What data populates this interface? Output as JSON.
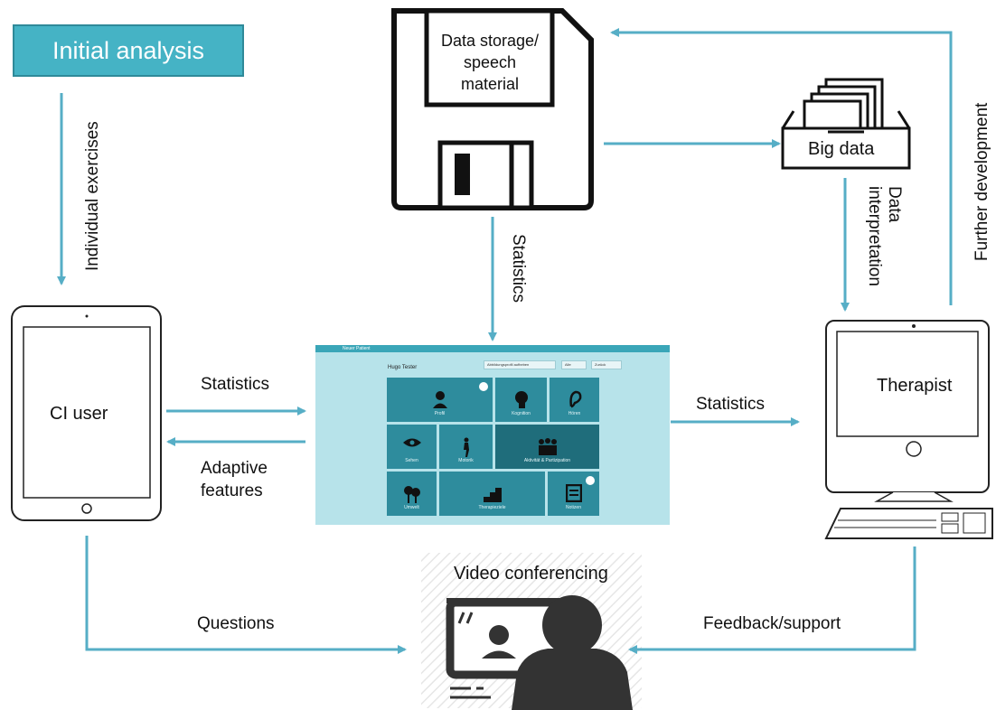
{
  "nodes": {
    "initial_analysis": "Initial analysis",
    "ci_user": "CI user",
    "data_storage": "Data storage/ speech material",
    "big_data": "Big data",
    "therapist": "Therapist",
    "video_conferencing": "Video conferencing"
  },
  "edges": {
    "individual_exercises": "Individual exercises",
    "statistics_storage": "Statistics",
    "statistics_ci": "Statistics",
    "adaptive_features": "Adaptive features",
    "statistics_therapist": "Statistics",
    "data_interpretation": "Data interpretation",
    "further_development": "Further development",
    "questions": "Questions",
    "feedback_support": "Feedback/support"
  },
  "app": {
    "top_left": "Neuer Patient",
    "patient_name": "Hugo Tester",
    "buttons": [
      "Abbildungsprofil aufheben",
      "Alle",
      "Zurück"
    ],
    "tiles": [
      "Profil",
      "Kognition",
      "Hören",
      "Sehen",
      "Motorik",
      "Aktivität & Partizipation",
      "Umwelt",
      "Therapieziele",
      "Notizen"
    ]
  },
  "colors": {
    "arrow": "#56aec6",
    "accent": "#45b3c5",
    "app_tile": "#2e8c9d",
    "app_background": "#b7e3ea"
  }
}
